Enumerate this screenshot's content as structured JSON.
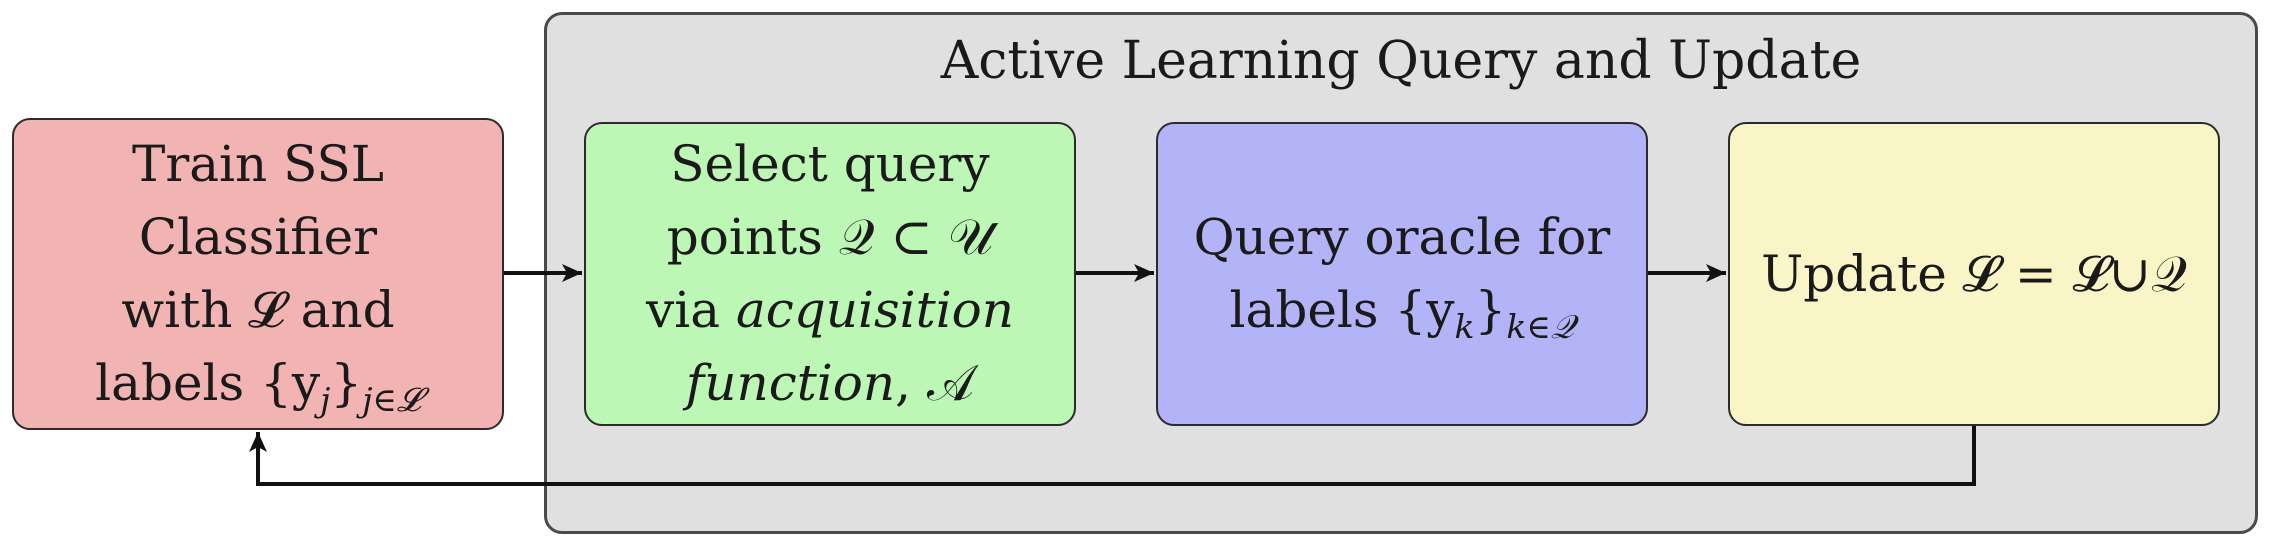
{
  "panel": {
    "title": "Active Learning Query and Update"
  },
  "boxes": {
    "train": {
      "line1": "Train SSL",
      "line2": "Classifier",
      "line3": "with 𝓛 and",
      "line4_main": "labels {y",
      "line4_sub1": "j",
      "line4_mid": "}",
      "line4_sub2": "j∈𝓛"
    },
    "select": {
      "line1": "Select query",
      "line2": "points 𝒬 ⊂ 𝒰",
      "line3_prefix": "via ",
      "line3_italic": "acquisition",
      "line4_italic": "function",
      "line4_suffix": ", 𝒜"
    },
    "oracle": {
      "line1": "Query oracle for",
      "line2_main": "labels {y",
      "line2_sub1": "k",
      "line2_mid": "}",
      "line2_sub2": "k∈𝒬"
    },
    "update": {
      "text": "Update 𝓛 = 𝓛∪𝒬"
    }
  },
  "colors": {
    "train": "#f2b3b3",
    "select": "#bdf7b5",
    "oracle": "#b3b3f7",
    "update": "#f9f5c6",
    "panel": "#e0e0e0"
  }
}
